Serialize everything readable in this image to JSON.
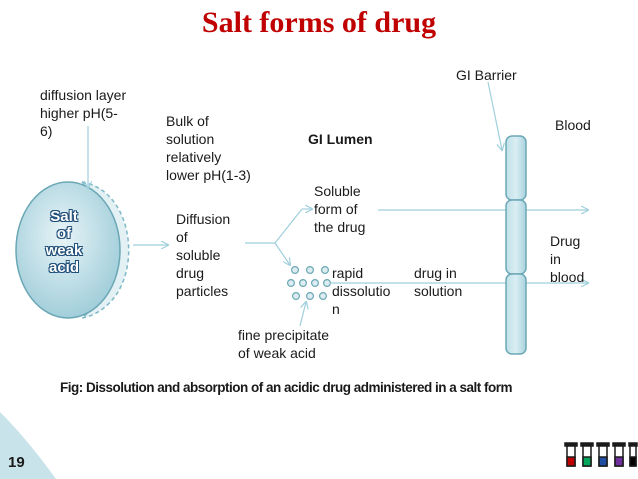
{
  "title": "Salt forms of drug",
  "labels": {
    "diffusion_layer": "diffusion layer\nhigher pH(5-\n6)",
    "bulk_solution": "Bulk of\nsolution\nrelatively\nlower pH(1-3)",
    "gi_lumen": "GI Lumen",
    "gi_barrier": "GI Barrier",
    "blood": "Blood",
    "salt": "Salt\nof\nweak\nacid",
    "diffusion_particles": "Diffusion\nof\nsoluble\ndrug\nparticles",
    "soluble_form": "Soluble\nform of\nthe drug",
    "rapid_dissolution": "rapid\ndissolutio\nn",
    "drug_in_solution": "drug in\nsolution",
    "drug_in_blood": "Drug\nin\nblood",
    "fine_precipitate": "fine precipitate\nof weak acid"
  },
  "caption": "Fig: Dissolution and absorption of an acidic drug administered in a salt form",
  "slide_number": "19",
  "colors": {
    "title": "#c00000",
    "particle_fill": "#dcecf0",
    "particle_stroke": "#6aa7b5",
    "arrow": "#9fcfdc",
    "slide_corner": "#c9e3ea",
    "test_tube_liquids": [
      "#c00000",
      "#00a65a",
      "#1f4ea3",
      "#7030a0",
      "#000000"
    ]
  }
}
